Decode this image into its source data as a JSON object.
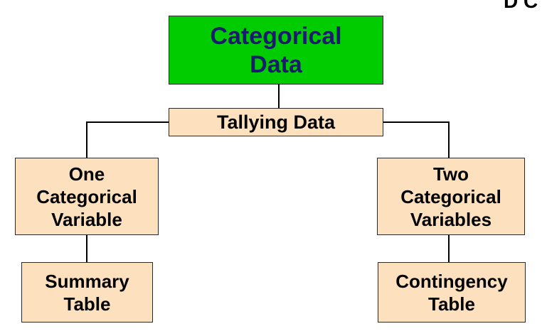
{
  "colors": {
    "root_fill": "#00cc00",
    "root_text": "#1a1a6e",
    "node_fill": "#fde0bd",
    "line": "#000000"
  },
  "corner_text": "D C",
  "nodes": {
    "root": "Categorical\nData",
    "tallying": "Tallying Data",
    "one_variable": "One\nCategorical\nVariable",
    "two_variables": "Two\nCategorical\nVariables",
    "summary_table": "Summary\nTable",
    "contingency_table": "Contingency\nTable"
  }
}
